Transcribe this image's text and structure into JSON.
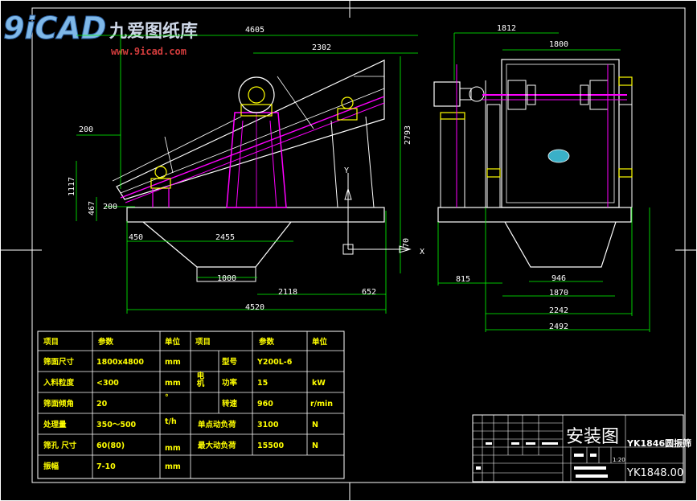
{
  "logo": {
    "mark": "9iCAD",
    "name": "九爱图纸库",
    "url": "www.9icad.com"
  },
  "side_view_dims": {
    "overall_top": "4605",
    "upper": "2302",
    "height": "2793",
    "left_200": "200",
    "h1117": "1117",
    "h467": "467",
    "b200": "200",
    "d450": "450",
    "d2455": "2455",
    "d1000": "1000",
    "d2118": "2118",
    "d652": "652",
    "d4520": "4520",
    "d70": "70"
  },
  "axis": {
    "y": "Y",
    "x": "X"
  },
  "front_view_dims": {
    "d1812": "1812",
    "d1800": "1800",
    "d815": "815",
    "d946": "946",
    "d1870": "1870",
    "d2242": "2242",
    "d2492": "2492"
  },
  "spec_table": {
    "headers": [
      "项目",
      "参数",
      "单位",
      "项目",
      "参数",
      "单位"
    ],
    "rows": [
      [
        "筛面尺寸",
        "1800x4800",
        "mm"
      ],
      [
        "入料粒度",
        "<300",
        "mm"
      ],
      [
        "筛面倾角",
        "20",
        "°"
      ],
      [
        "处理量",
        "350～500",
        "t/h"
      ],
      [
        "筛孔 尺寸",
        "60(80)",
        "mm"
      ],
      [
        "振幅",
        "7-10",
        "mm"
      ]
    ],
    "motor_label": "电机",
    "motor_rows": [
      [
        "型号",
        "Y200L-6",
        ""
      ],
      [
        "功率",
        "15",
        "kW"
      ],
      [
        "转速",
        "960",
        "r/min"
      ]
    ],
    "load_rows": [
      [
        "单点动负荷",
        "3100",
        "N"
      ],
      [
        "最大动负荷",
        "15500",
        "N"
      ]
    ]
  },
  "title_block": {
    "drawing_title": "安装图",
    "product": "YK1846圆振筛",
    "drawing_no": "YK1848.00",
    "scale": "1:20"
  }
}
